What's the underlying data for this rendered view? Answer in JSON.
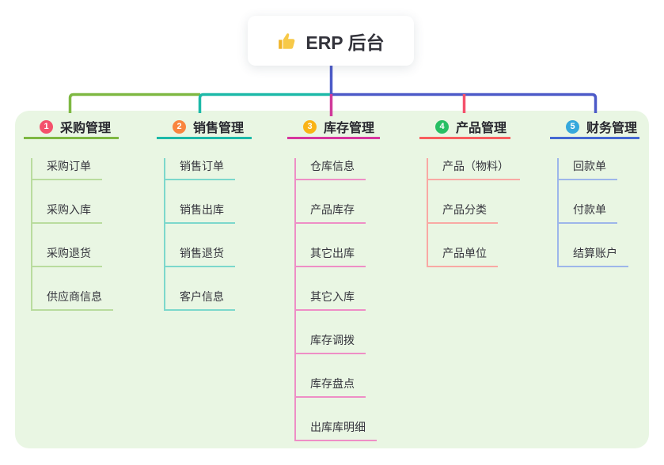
{
  "root": {
    "label": "ERP 后台",
    "icon": "thumbs-up-icon"
  },
  "panel": {
    "background": "#e9f6e3"
  },
  "connector_colors": {
    "root_line": "#4c5ac8",
    "branch_1_line": "#7eb842",
    "branch_2_line": "#1cb9a8",
    "branch_3_line": "#d0399a",
    "branch_4_line": "#f4516c",
    "branch_5_line": "#4c5ac8"
  },
  "branches": [
    {
      "number": "1",
      "label": "采购管理",
      "color": "#7eb842",
      "light_color": "#b9dc9e",
      "badge_color": "#f4516c",
      "children": [
        "采购订单",
        "采购入库",
        "采购退货",
        "供应商信息"
      ]
    },
    {
      "number": "2",
      "label": "销售管理",
      "color": "#1cb9a8",
      "light_color": "#7cd8cc",
      "badge_color": "#f9853f",
      "children": [
        "销售订单",
        "销售出库",
        "销售退货",
        "客户信息"
      ]
    },
    {
      "number": "3",
      "label": "库存管理",
      "color": "#d6369e",
      "light_color": "#ee8ec6",
      "badge_color": "#f9b315",
      "children": [
        "仓库信息",
        "产品库存",
        "其它出库",
        "其它入库",
        "库存调拨",
        "库存盘点",
        "出库库明细"
      ]
    },
    {
      "number": "4",
      "label": "产品管理",
      "color": "#f85e5e",
      "light_color": "#f9a9a4",
      "badge_color": "#27bf63",
      "children": [
        "产品（物料）",
        "产品分类",
        "产品单位"
      ]
    },
    {
      "number": "5",
      "label": "财务管理",
      "color": "#4468d2",
      "light_color": "#9db6ea",
      "badge_color": "#35a8dc",
      "children": [
        "回款单",
        "付款单",
        "结算账户"
      ]
    }
  ]
}
